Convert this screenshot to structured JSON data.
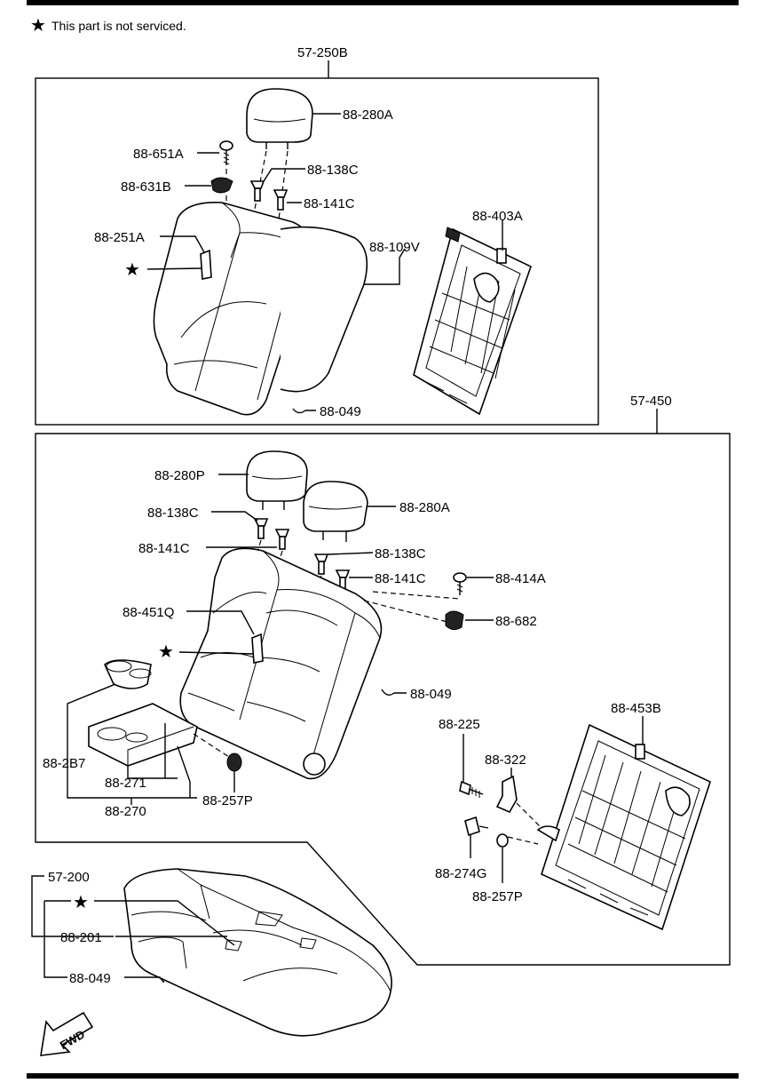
{
  "note": {
    "star": "★",
    "text": "This part is not serviced."
  },
  "groups": {
    "upper": "57-250B",
    "lower": "57-450",
    "cushion": "57-200"
  },
  "labels": {
    "headrest_upper": "88-280A",
    "bolt_upper": "88-651A",
    "guide_upper_138": "88-138C",
    "knob_upper": "88-631B",
    "guide_upper_141": "88-141C",
    "hinge_upper": "88-251A",
    "cover_upper": "88-109V",
    "frame_upper": "88-403A",
    "clip_upper": "88-049",
    "headrest_lower_left": "88-280P",
    "headrest_lower_right": "88-280A",
    "guide_lower_left_138": "88-138C",
    "guide_lower_left_141": "88-141C",
    "guide_lower_right_138": "88-138C",
    "guide_lower_right_141": "88-141C",
    "bolt_lower": "88-414A",
    "knob_lower": "88-682",
    "hinge_lower": "88-451Q",
    "clip_lower": "88-049",
    "cupholder_insert": "88-2B7",
    "armrest": "88-271",
    "armrest_assy": "88-270",
    "cap_armrest": "88-257P",
    "bolt_225": "88-225",
    "bracket_322": "88-322",
    "frame_lower": "88-453B",
    "bushing": "88-274G",
    "cap_lower": "88-257P",
    "cushion_cover": "88-201",
    "clip_cushion": "88-049"
  },
  "fwd": "FWD"
}
